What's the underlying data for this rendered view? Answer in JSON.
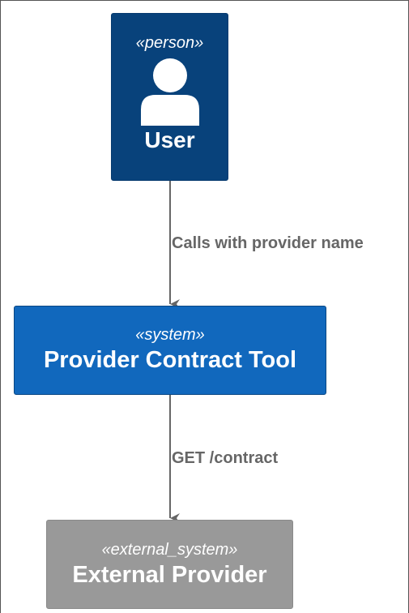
{
  "nodes": {
    "user": {
      "stereotype": "«person»",
      "name": "User",
      "icon": "person-icon",
      "color": "#08427B"
    },
    "system": {
      "stereotype": "«system»",
      "name": "Provider Contract Tool",
      "color": "#1168BD"
    },
    "external": {
      "stereotype": "«external_system»",
      "name": "External Provider",
      "color": "#999999"
    }
  },
  "edges": [
    {
      "from": "user",
      "to": "system",
      "label": "Calls with provider name"
    },
    {
      "from": "system",
      "to": "external",
      "label": "GET /contract"
    }
  ],
  "colors": {
    "edge": "#666666",
    "text_on_node": "#FFFFFF"
  }
}
